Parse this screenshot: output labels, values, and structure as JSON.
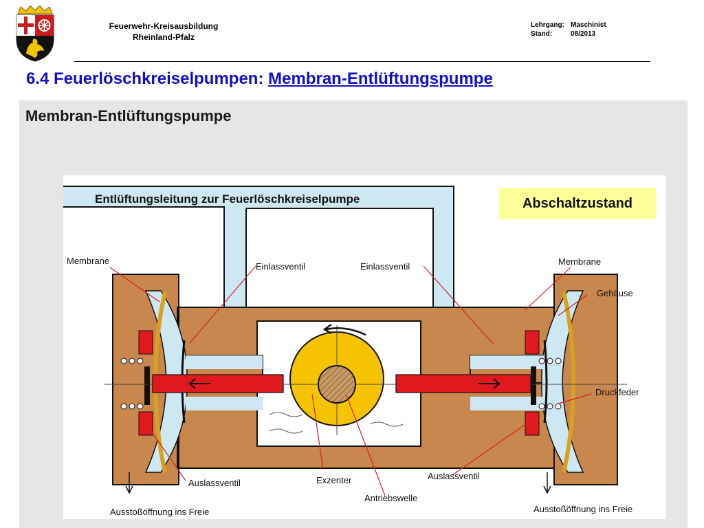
{
  "header": {
    "organization_line1": "Feuerwehr-Kreisausbildung",
    "organization_line2": "Rheinland-Pfalz",
    "course_label": "Lehrgang:",
    "course_value": "Maschinist",
    "status_label": "Stand:",
    "status_value": "08/2013"
  },
  "slide": {
    "title_prefix": "6.4 Feuerlöschkreiselpumpen:",
    "title_underlined": "Membran-Entlüftungspumpe",
    "panel_title": "Membran-Entlüftungspumpe"
  },
  "diagram": {
    "state_label": "Abschaltzustand",
    "pipe_label": "Entlüftungsleitung zur Feuerlöschkreiselpumpe",
    "labels": {
      "membrane_left": "Membrane",
      "membrane_right": "Membrane",
      "inlet_valve_left": "Einlassventil",
      "inlet_valve_right": "Einlassventil",
      "housing": "Gehäuse",
      "spring": "Druckfeder",
      "outlet_valve_left": "Auslassventil",
      "outlet_valve_right": "Auslassventil",
      "eccentric": "Exzenter",
      "drive_shaft": "Antriebswelle",
      "exhaust_left": "Ausstoßöffnung ins Freie",
      "exhaust_right": "Ausstoßöffnung ins Freie"
    },
    "colors": {
      "housing": "#c8884d",
      "water": "#cde8f2",
      "piston": "#e0191e",
      "eccentric": "#f6c300",
      "leader": "#d42020"
    }
  }
}
